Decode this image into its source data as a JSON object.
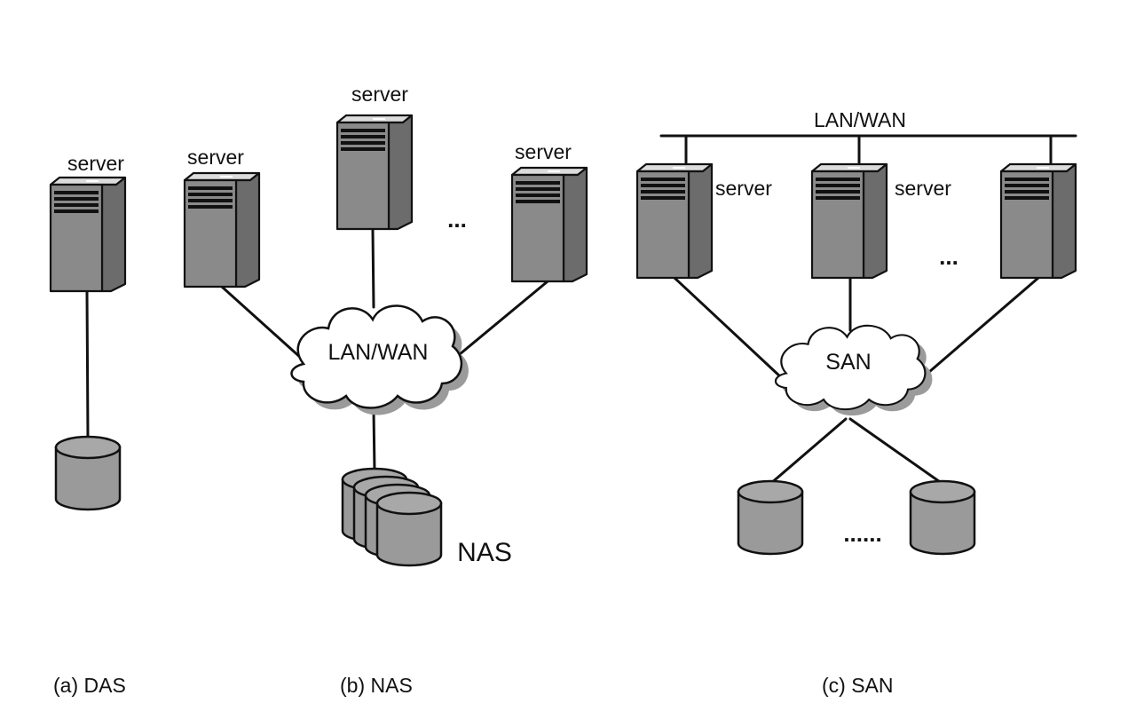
{
  "das": {
    "server_label": "server",
    "caption": "(a) DAS"
  },
  "nas": {
    "server_labels": [
      "server",
      "server",
      "server"
    ],
    "ellipsis": "...",
    "network_label": "LAN/WAN",
    "storage_label": "NAS",
    "caption": "(b) NAS"
  },
  "san": {
    "bus_label": "LAN/WAN",
    "server_labels": [
      "server",
      "server"
    ],
    "server_ellipsis": "...",
    "network_label": "SAN",
    "disk_ellipsis": "......",
    "caption": "(c) SAN"
  }
}
